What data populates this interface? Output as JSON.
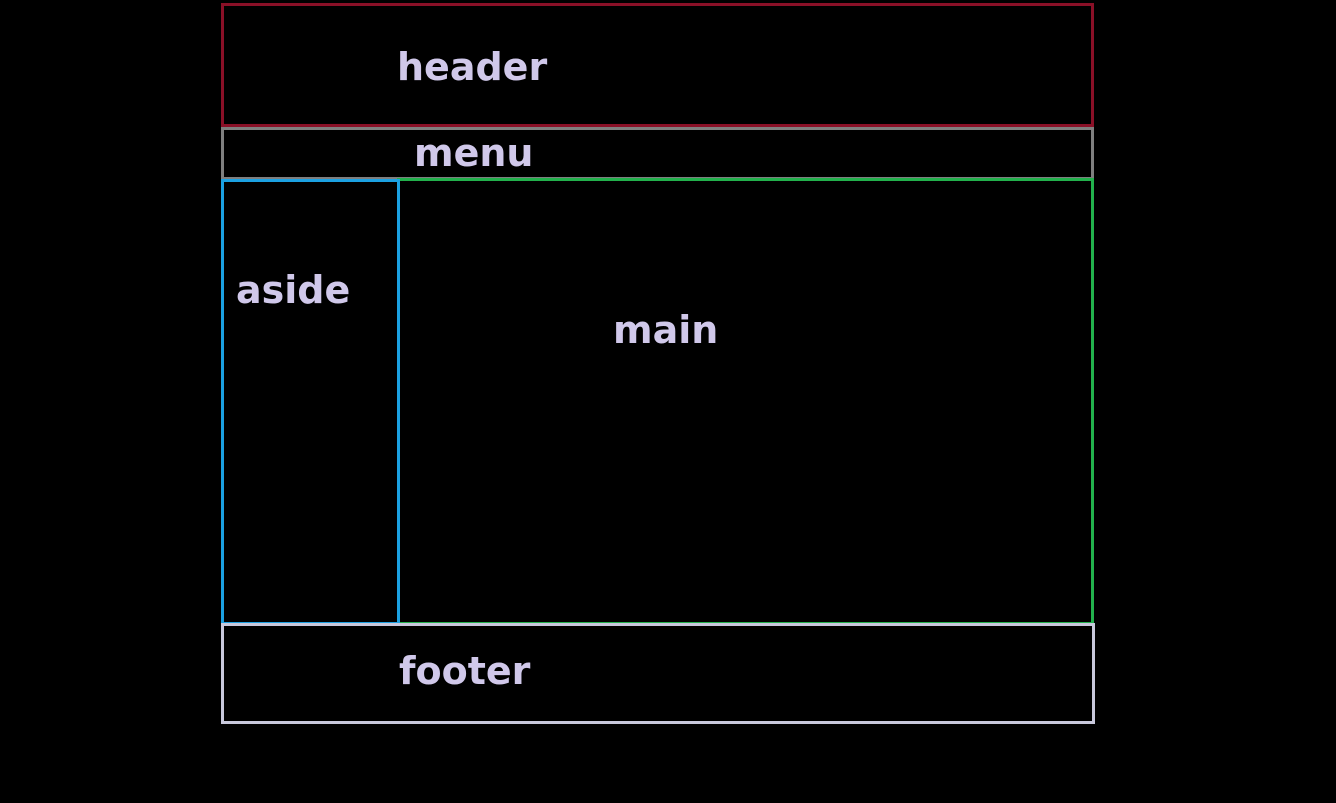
{
  "regions": {
    "header": {
      "label": "header",
      "border_color": "#8a1027"
    },
    "menu": {
      "label": "menu",
      "border_color": "#7f7f7f"
    },
    "aside": {
      "label": "aside",
      "border_color": "#1ba1e2"
    },
    "main": {
      "label": "main",
      "border_color": "#22b14c"
    },
    "footer": {
      "label": "footer",
      "border_color": "#c8c8dc"
    }
  },
  "colors": {
    "background": "#000000",
    "text": "#d0c8ea"
  }
}
